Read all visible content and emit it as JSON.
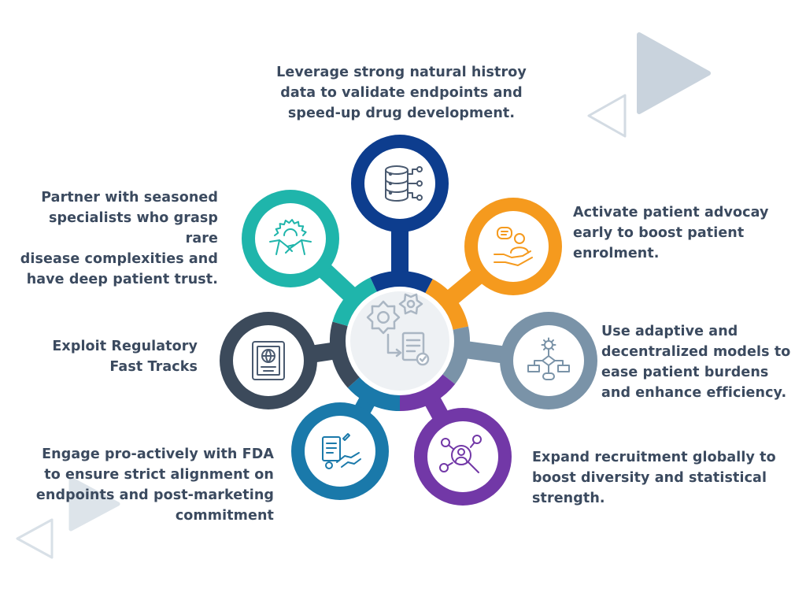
{
  "colors": {
    "text": "#3b4a5f",
    "center_fill": "#eef1f4",
    "icon_line": "#4a5a70",
    "deco_triangle": "#c9d3dd"
  },
  "center": {
    "icon": "gears-document-icon"
  },
  "nodes": [
    {
      "id": "natural-history",
      "color": "#0d3d8e",
      "icon": "database-network-icon",
      "text": "Leverage strong natural histroy\ndata to validate endpoints and\nspeed-up drug development."
    },
    {
      "id": "patient-advocacy",
      "color": "#f59a1e",
      "icon": "patient-support-icon",
      "text": "Activate patient advocay\nearly to boost patient\nenrolment."
    },
    {
      "id": "adaptive-models",
      "color": "#7a93a8",
      "icon": "flowchart-gear-icon",
      "text": "Use adaptive and\ndecentralized models to\nease patient burdens\nand enhance efficiency."
    },
    {
      "id": "global-recruitment",
      "color": "#7238a7",
      "icon": "network-search-icon",
      "text": "Expand recruitment globally to\nboost diversity and statistical\nstrength."
    },
    {
      "id": "fda-engagement",
      "color": "#1a79aa",
      "icon": "contract-handshake-icon",
      "text": "Engage pro-actively with FDA\nto ensure strict alignment on\nendpoints  and post-marketing\ncommitment"
    },
    {
      "id": "regulatory-fast-tracks",
      "color": "#3c4a5b",
      "icon": "regulatory-book-icon",
      "text": "Exploit Regulatory\nFast Tracks"
    },
    {
      "id": "seasoned-specialists",
      "color": "#1fb5ab",
      "icon": "handshake-gear-icon",
      "text": "Partner with seasoned\nspecialists who grasp rare\ndisease complexities and\nhave deep patient trust."
    }
  ]
}
